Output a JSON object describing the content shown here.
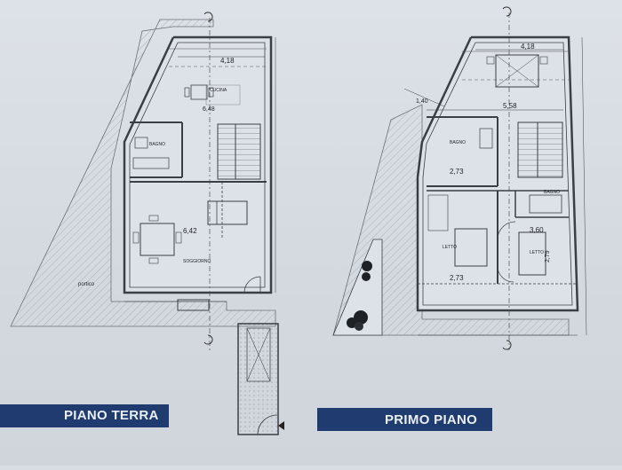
{
  "ground_floor": {
    "banner": "PIANO TERRA",
    "width_top": "4,18",
    "dining": "CUCINA",
    "bath": "BAGNO",
    "living": "SOGGIORNO",
    "portico": "portico",
    "dim_left": "6,42",
    "dim_inner": "6,48"
  },
  "first_floor": {
    "banner": "PRIMO PIANO",
    "width_top": "4,18",
    "width_mid": "5,58",
    "dim_140": "1,40",
    "bath": "BAGNO",
    "bed1": "LETTO",
    "bed2": "LETTO",
    "dim_273a": "2,73",
    "dim_273b": "2,73",
    "dim_360": "3,60",
    "dim_279": "2,79",
    "bath2": "BAGNO"
  },
  "colors": {
    "banner": "#1f3b70",
    "line": "#3a3f46",
    "hatch": "#8a9199"
  }
}
